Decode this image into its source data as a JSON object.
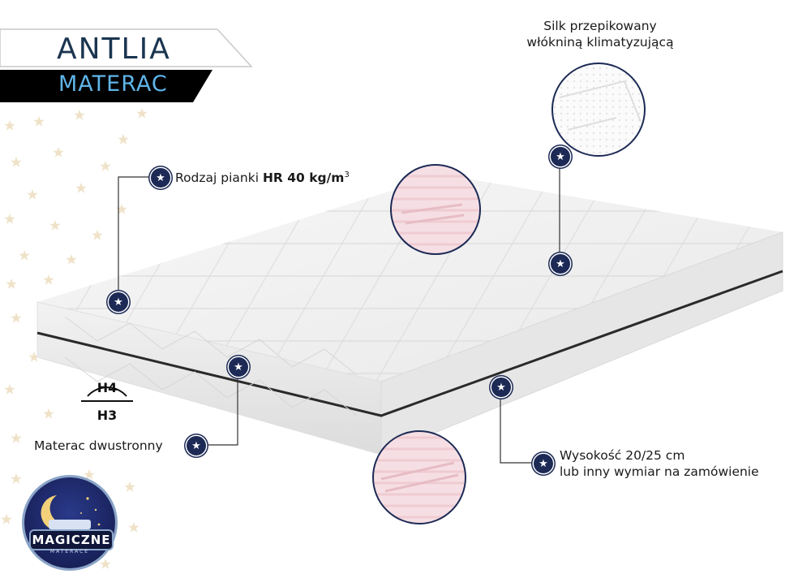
{
  "title": {
    "name": "ANTLIA",
    "subtitle": "MATERAC"
  },
  "labels": {
    "foam_prefix": "Rodzaj pianki ",
    "foam_bold": "HR 40 kg/m",
    "foam_sup": "3",
    "silk_line1": "Silk przepikowany",
    "silk_line2": "włókniną klimatyzującą",
    "double_sided": "Materac dwustronny",
    "height_line1": "Wysokość 20/25 cm",
    "height_line2": "lub inny wymiar na zamówienie"
  },
  "hardness": {
    "top": "H4",
    "bottom": "H3"
  },
  "logo": {
    "brand": "MAGICZNE",
    "sub": "MATERACE"
  },
  "icons": {
    "callout": "star-icon"
  },
  "colors": {
    "title_dark": "#1b3550",
    "title_accent": "#5fb4e8",
    "badge": "#1c2a55",
    "stars": "#efe2c8"
  }
}
